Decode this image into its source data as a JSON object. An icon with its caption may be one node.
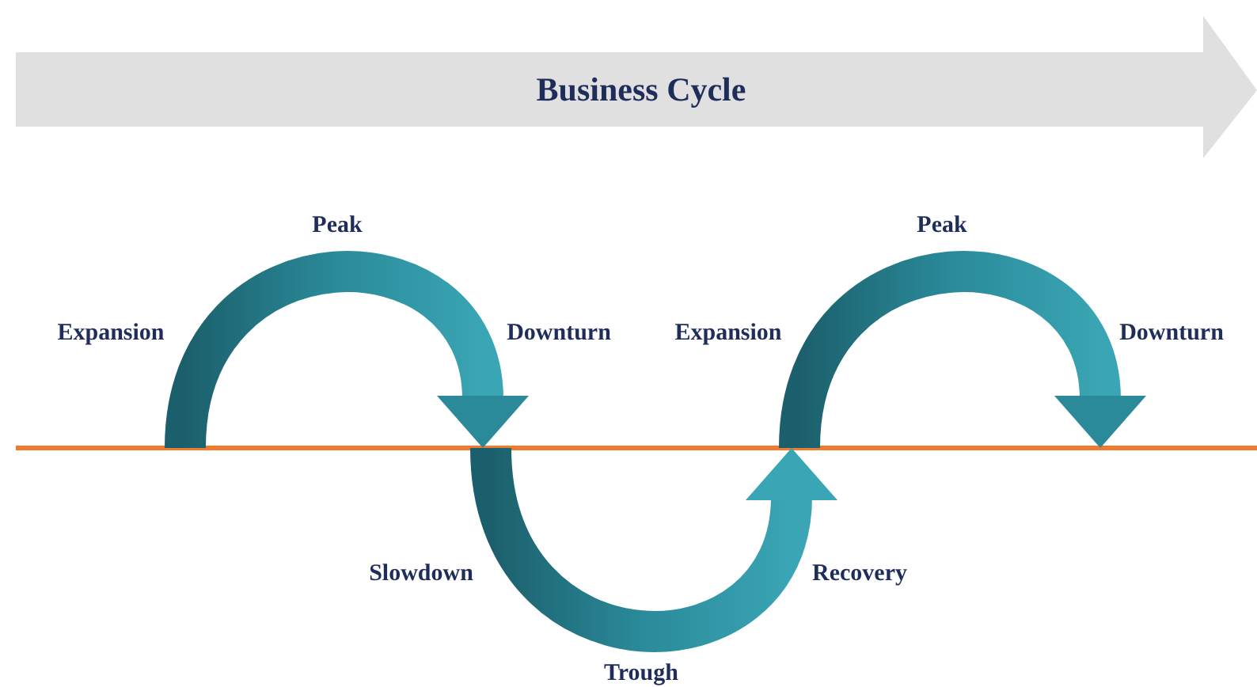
{
  "diagram": {
    "title": "Business Cycle",
    "labels": [
      "Peak",
      "Peak",
      "Expansion",
      "Downturn",
      "Expansion",
      "Downturn",
      "Slowdown",
      "Recovery",
      "Trough"
    ]
  }
}
